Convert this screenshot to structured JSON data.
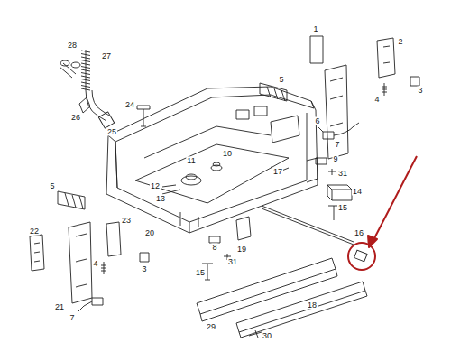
{
  "diagram": {
    "labels": [
      "28",
      "27",
      "26",
      "25",
      "24",
      "5",
      "1",
      "2",
      "3",
      "4",
      "6",
      "7",
      "10",
      "11",
      "12",
      "13",
      "17",
      "9",
      "31",
      "14",
      "15",
      "5",
      "20",
      "23",
      "22",
      "21",
      "3",
      "7",
      "4",
      "8",
      "19",
      "31",
      "15",
      "16",
      "29",
      "18",
      "30"
    ]
  }
}
